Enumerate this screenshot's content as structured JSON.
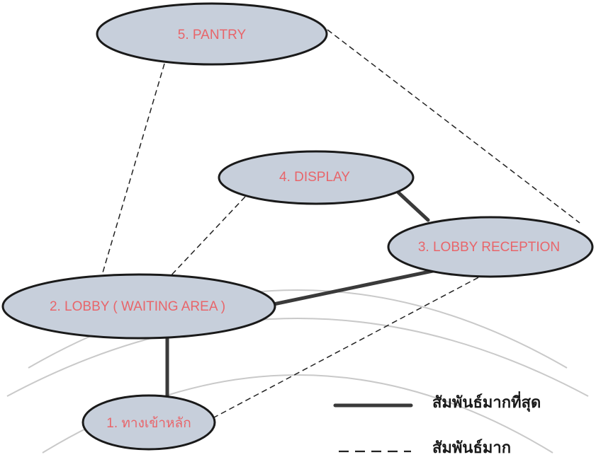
{
  "nodes": [
    {
      "id": "pantry",
      "label": "5. PANTRY"
    },
    {
      "id": "display",
      "label": "4. DISPLAY"
    },
    {
      "id": "reception",
      "label": "3. LOBBY RECEPTION"
    },
    {
      "id": "lobby",
      "label": "2. LOBBY ( WAITING AREA )"
    },
    {
      "id": "entrance",
      "label": "1. ทางเข้าหลัก"
    }
  ],
  "links": [
    {
      "from": "display",
      "to": "reception",
      "relation": "strongest"
    },
    {
      "from": "lobby",
      "to": "reception",
      "relation": "strongest"
    },
    {
      "from": "lobby",
      "to": "entrance",
      "relation": "strongest"
    },
    {
      "from": "pantry",
      "to": "lobby",
      "relation": "strong"
    },
    {
      "from": "pantry",
      "to": "reception",
      "relation": "strong"
    },
    {
      "from": "display",
      "to": "lobby",
      "relation": "strong"
    },
    {
      "from": "reception",
      "to": "entrance",
      "relation": "strong"
    }
  ],
  "legend": {
    "strongest_label": "สัมพันธ์มากที่สุด",
    "strong_label": "สัมพันธ์มาก"
  },
  "colors": {
    "node_fill": "#c7cfdb",
    "node_label": "#e8656a",
    "line": "#3a3a3a"
  }
}
